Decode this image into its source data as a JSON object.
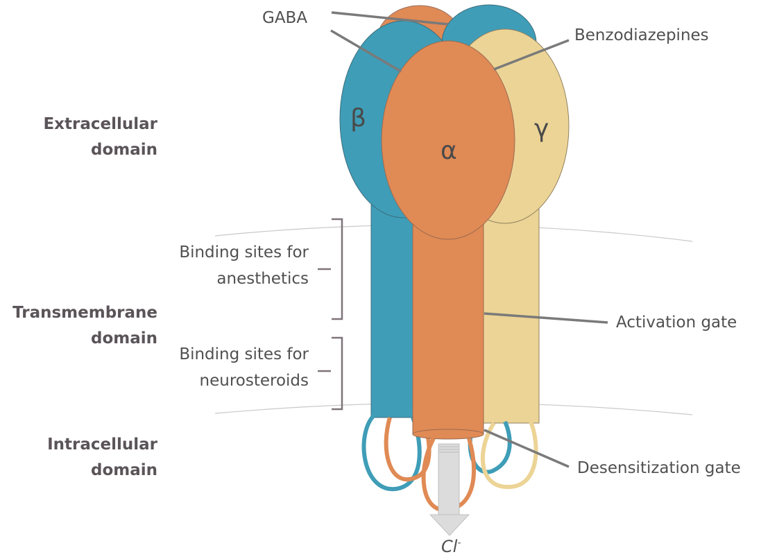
{
  "domains": {
    "extracellular": [
      "Extracellular",
      "domain"
    ],
    "transmembrane": [
      "Transmembrane",
      "domain"
    ],
    "intracellular": [
      "Intracellular",
      "domain"
    ]
  },
  "subunits": {
    "beta": "β",
    "alpha": "α",
    "gamma": "γ"
  },
  "callouts": {
    "gaba": "GABA",
    "benzodiazepines": "Benzodiazepines",
    "activation_gate": "Activation gate",
    "desensitization_gate": "Desensitization gate",
    "anesthetics": [
      "Binding sites for",
      "anesthetics"
    ],
    "neurosteroids": [
      "Binding sites for",
      "neurosteroids"
    ]
  },
  "ion": {
    "base": "Cl",
    "sup": "-"
  },
  "colors": {
    "alpha": "#e08a55",
    "beta": "#3f9db7",
    "gamma": "#ecd496",
    "leader": "#7a7a7a",
    "bracket": "#7e737a",
    "membrane": "#c8c8c8",
    "arrow": "#dcdcdc"
  }
}
